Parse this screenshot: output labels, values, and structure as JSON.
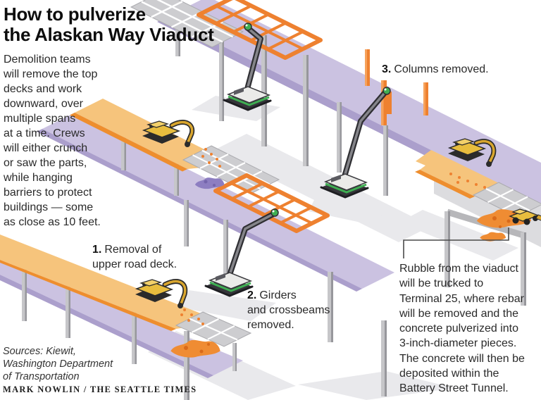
{
  "title": "How to pulverize\nthe Alaskan Way Viaduct",
  "intro": "Demolition teams\nwill remove the top\ndecks and work\ndownward, over\nmultiple spans\nat a time. Crews\nwill either crunch\nor saw the parts,\nwhile hanging\nbarriers to protect\nbuildings — some\nas close as 10 feet.",
  "steps": [
    {
      "num": "1.",
      "text": "Removal of\nupper road deck."
    },
    {
      "num": "2.",
      "text": "Girders\nand crossbeams\nremoved."
    },
    {
      "num": "3.",
      "text": "Columns removed."
    }
  ],
  "rubble_note": "Rubble from the viaduct\nwill be trucked to\nTerminal 25, where rebar\nwill be removed and the\nconcrete pulverized into\n3-inch-diameter pieces.\nThe concrete will then be\ndeposited within the\nBattery Street Tunnel.",
  "sources": "Sources: Kiewit,\nWashington Department\nof Transportation",
  "credit": "MARK NOWLIN / THE SEATTLE TIMES",
  "illustration": {
    "scene": "isometric cutaway of the double-deck Alaskan Way Viaduct being demolished in three stages",
    "elements": [
      "upper-road-deck",
      "girder-grid",
      "orange-girder-frame",
      "lower-deck",
      "support-columns",
      "demolition-excavators",
      "yellow-crunching-excavators",
      "dump-truck",
      "orange-rubble-piles",
      "purple-rubble-pile",
      "leader-line"
    ],
    "colors": {
      "deck_orange": "#f6c47c",
      "deck_edge_orange": "#ee8e2e",
      "girder_orange": "#ee8130",
      "lower_deck_lavender": "#cbc2e1",
      "lavender_shade": "#ab9fcc",
      "structure_gray": "#c6c6c9",
      "grid_gray": "#cdcdd0",
      "machine_green": "#3fae52",
      "machine_yellow": "#e8bd3e",
      "rubble_orange": "#ef8c33",
      "rubble_purple": "#8d7ec1",
      "shadow_gray": "#e9e9ec"
    }
  }
}
